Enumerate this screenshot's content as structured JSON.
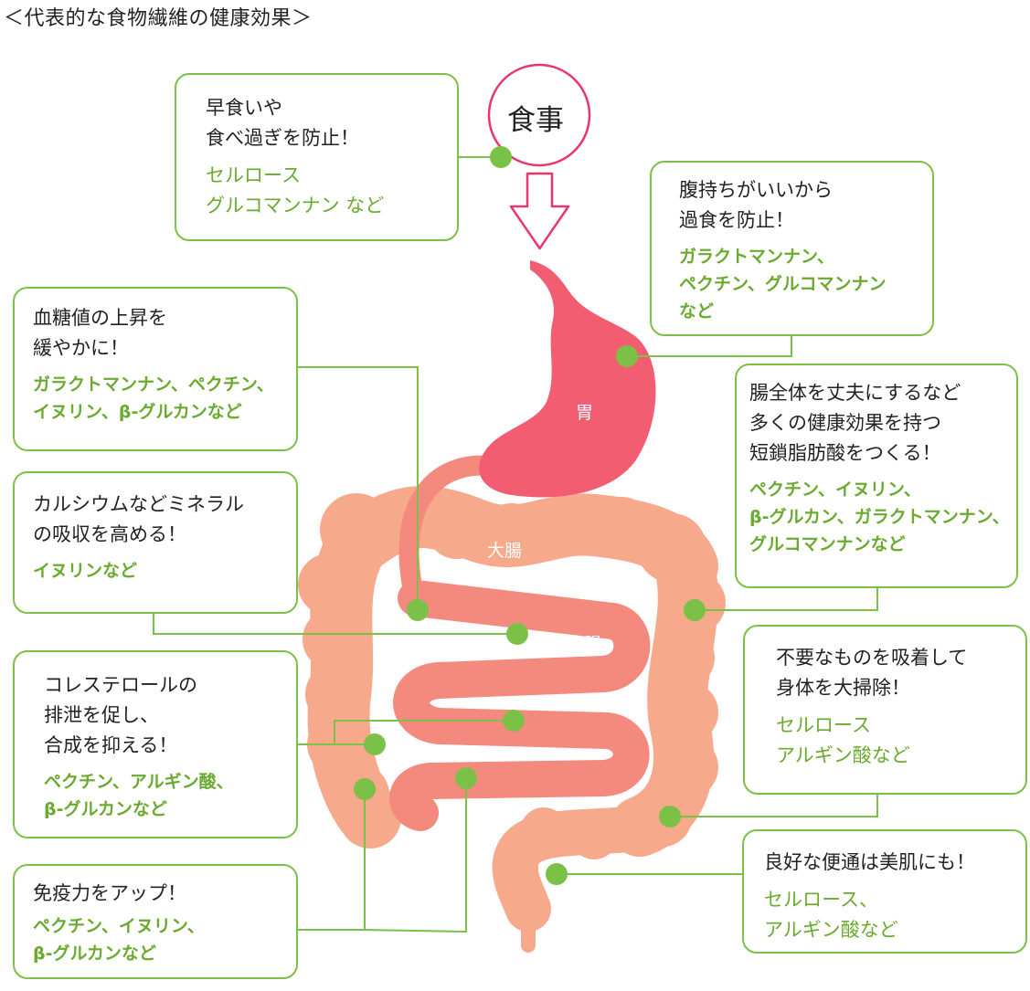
{
  "title": "＜代表的な食物繊維の健康効果＞",
  "meal_label": "食事",
  "organs": {
    "stomach": "胃",
    "large_intestine": "大腸",
    "small_intestine": "小腸"
  },
  "boxes": {
    "eat_fast": {
      "main": "早食いや\n食べ過ぎを防止！",
      "fibers": "セルロース\nグルコマンナン など"
    },
    "satiety": {
      "main": "腹持ちがいいから\n過食を防止！",
      "fibers": "ガラクトマンナン、\nペクチン、グルコマンナン\nなど"
    },
    "blood_sugar": {
      "main": "血糖値の上昇を\n緩やかに！",
      "fibers": "ガラクトマンナン、ペクチン、\nイヌリン、β-グルカンなど"
    },
    "scfa": {
      "main": "腸全体を丈夫にするなど\n多くの健康効果を持つ\n短鎖脂肪酸をつくる！",
      "fibers": "ペクチン、イヌリン、\nβ-グルカン、ガラクトマンナン、\nグルコマンナンなど"
    },
    "minerals": {
      "main": "カルシウムなどミネラル\nの吸収を高める！",
      "fibers": "イヌリンなど"
    },
    "cleanse": {
      "main": "不要なものを吸着して\n身体を大掃除！",
      "fibers": "セルロース\nアルギン酸など"
    },
    "cholesterol": {
      "main": "コレステロールの\n排泄を促し、\n合成を抑える！",
      "fibers": "ペクチン、アルギン酸、\nβ-グルカンなど"
    },
    "skin": {
      "main": "良好な便通は美肌にも！",
      "fibers": "セルロース、\nアルギン酸など"
    },
    "immunity": {
      "main": "免疫力をアップ！",
      "fibers": "ペクチン、イヌリン、\nβ-グルカンなど"
    }
  },
  "colors": {
    "green": "#7cc147",
    "green_text": "#6aaa2e",
    "stomach": "#f25d72",
    "large_intestine": "#f7a98b",
    "small_intestine": "#f48a7e",
    "meal_circle": "#e8386b"
  }
}
